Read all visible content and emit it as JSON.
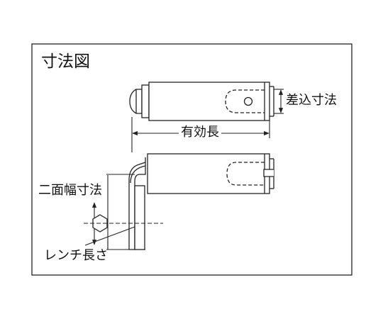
{
  "title": "寸法図",
  "labels": {
    "insert_dim": "差込寸法",
    "effective_length": "有効長",
    "hex_width": "二面幅寸法",
    "wrench_length": "レンチ長さ"
  },
  "colors": {
    "line": "#222222",
    "body_fill": "#ffffff",
    "background": "#ffffff"
  }
}
